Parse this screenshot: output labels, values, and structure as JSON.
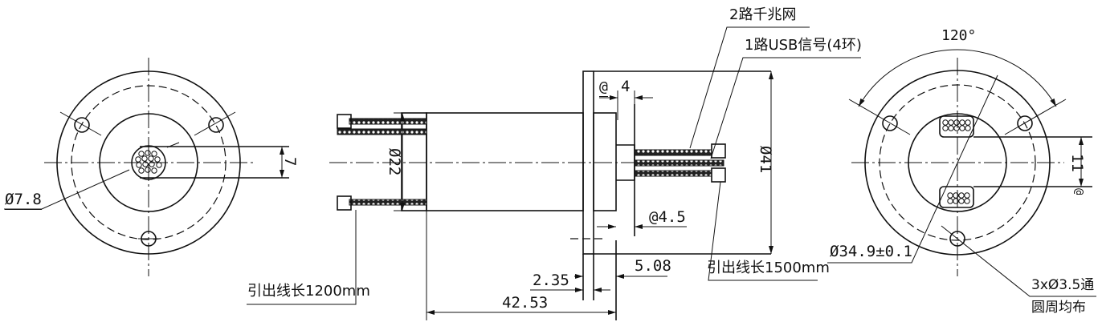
{
  "drawing": {
    "left_view": {
      "dimensions": {
        "bundle_diameter": "Ø7.8",
        "bundle_height": "7"
      }
    },
    "side_view": {
      "callouts": {
        "gigabit": "2路千兆网",
        "usb": "1路USB信号(4环)",
        "lead_left": "引出线长1200mm",
        "lead_right": "引出线长1500mm"
      },
      "dimensions": {
        "body_diameter": "Ø22",
        "flange_diameter": "Ø41",
        "shaft_length_symbol": "@",
        "shaft_length": "4",
        "shaft_diameter": "@4.5",
        "d1": "2.35",
        "d2": "5.08",
        "total_length": "42.53"
      }
    },
    "right_view": {
      "dimensions": {
        "angle": "120°",
        "spacing": "11",
        "spacing_symbol": "@",
        "pcd": "Ø34.9±0.1",
        "holes_line1": "3xØ3.5通",
        "holes_line2": "圆周均布"
      }
    }
  },
  "colors": {
    "ink": "#111111",
    "background": "#ffffff"
  }
}
